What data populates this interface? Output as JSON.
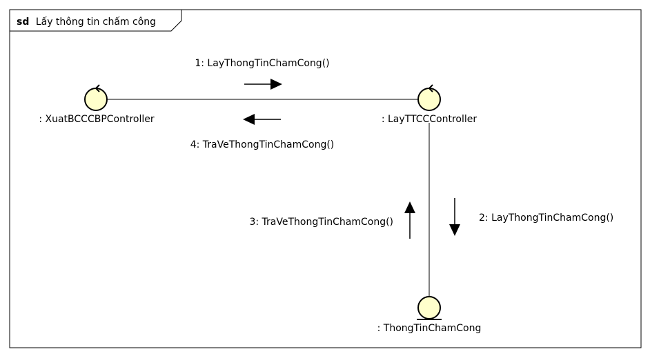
{
  "frame": {
    "keyword": "sd",
    "title": "Lấy thông tin chấm công"
  },
  "objects": {
    "xuat": {
      "label": ": XuatBCCCBPController",
      "kind": "control"
    },
    "lay": {
      "label": ": LayTTCCController",
      "kind": "control"
    },
    "thong": {
      "label": ": ThongTinChamCong",
      "kind": "entity"
    }
  },
  "messages": {
    "m1": "1: LayThongTinChamCong()",
    "m2": "2: LayThongTinChamCong()",
    "m3": "3: TraVeThongTinChamCong()",
    "m4": "4: TraVeThongTinChamCong()"
  },
  "colors": {
    "object_fill": "#ffffcc",
    "line": "#000000"
  }
}
